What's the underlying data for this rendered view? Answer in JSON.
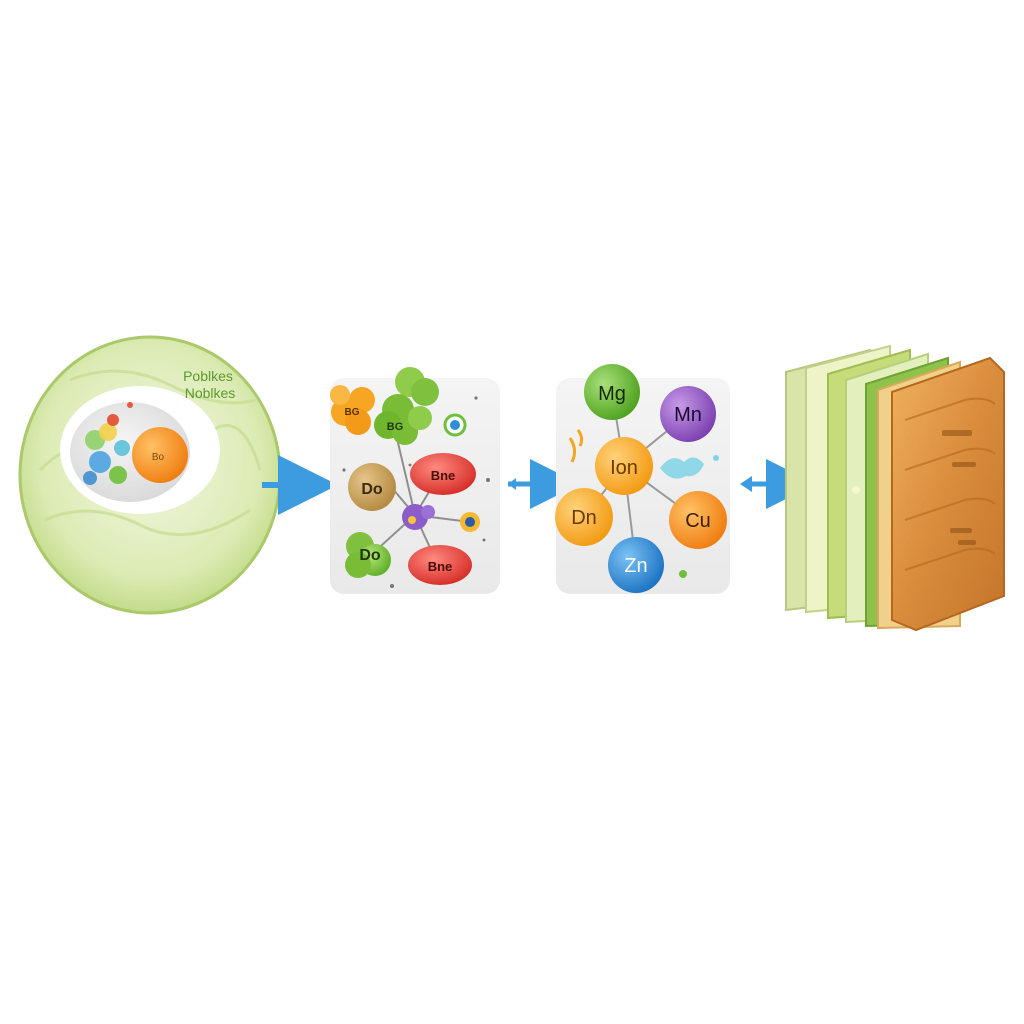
{
  "cell": {
    "label_line1": "Poblkes",
    "label_line2": "Noblkes",
    "nucleus_label": "Bo"
  },
  "molecules_panel": {
    "blob_top_left": "BG",
    "blob_top_right": "BG",
    "blob_mid_left": "Do",
    "blob_bottom_left": "Do",
    "oval_top": "Bne",
    "oval_bottom": "Bne"
  },
  "elements_panel": {
    "mg": "Mg",
    "mn": "Mn",
    "center": "Ion",
    "left": "Dn",
    "cu": "Cu",
    "zn": "Zn"
  },
  "colors": {
    "arrow": "#3d9be0",
    "cell_outer": "#cfe39a",
    "cell_inner": "#f3f7e6",
    "mg": "#6fbf3a",
    "mn": "#9b5fc4",
    "center": "#f4a622",
    "cu": "#f49a1a",
    "zn": "#2e8fd6",
    "oval": "#e2403b",
    "block_wood": "#d98c3c"
  }
}
